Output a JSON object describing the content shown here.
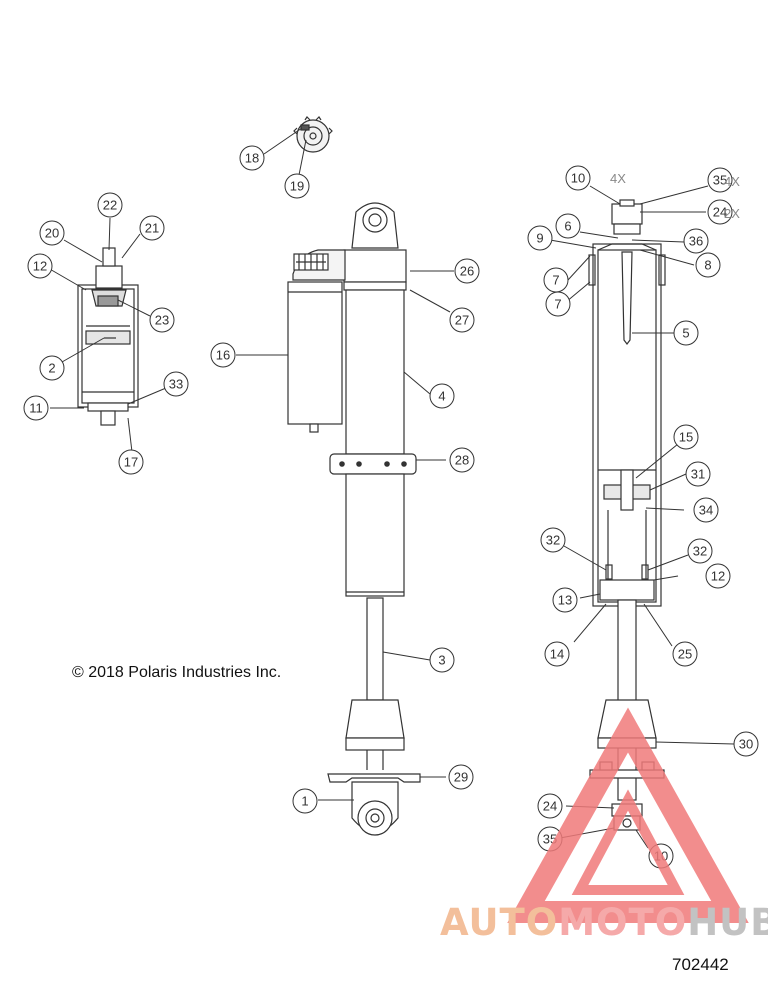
{
  "copyright": "© 2018 Polaris Industries Inc.",
  "figure_number": "702442",
  "callouts": {
    "left_assembly": [
      "22",
      "20",
      "21",
      "12",
      "23",
      "2",
      "33",
      "11",
      "17"
    ],
    "top_parts": [
      "18",
      "19"
    ],
    "center_assembly": [
      "26",
      "27",
      "16",
      "4",
      "28",
      "3",
      "29",
      "1"
    ],
    "right_assembly": [
      "10",
      "35",
      "24",
      "6",
      "36",
      "9",
      "8",
      "7",
      "7",
      "5",
      "15",
      "31",
      "34",
      "32",
      "32",
      "12",
      "13",
      "14",
      "25",
      "30",
      "24",
      "35",
      "10"
    ]
  },
  "quantities": {
    "item_10": "4X",
    "item_35": "4X",
    "item_24": "2X"
  },
  "watermark": {
    "auto": "AUTO",
    "moto": "MOTO",
    "hub": "HUB",
    "color_auto": "#f2b48a",
    "color_moto": "#f49b9b",
    "color_hub": "#b8b8b8",
    "color_triangle": "#f07a7a"
  }
}
